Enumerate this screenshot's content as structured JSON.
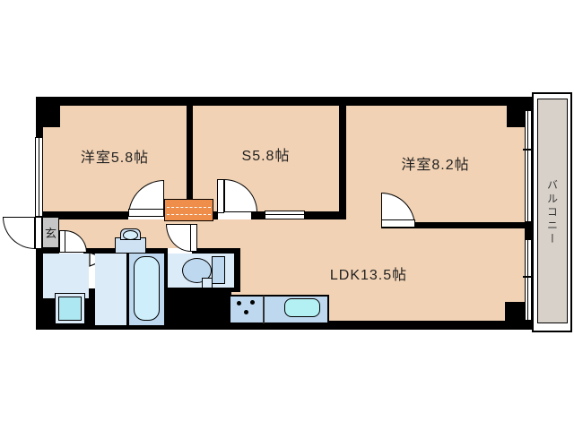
{
  "title": "apartment-floor-plan",
  "rooms": {
    "bedroom1": {
      "label": "洋室5.8帖"
    },
    "service": {
      "label": "S5.8帖"
    },
    "bedroom2": {
      "label": "洋室8.2帖"
    },
    "ldk": {
      "label": "LDK13.5帖"
    }
  },
  "entrance": {
    "label": "玄"
  },
  "balcony": {
    "label": "バルコニー"
  },
  "fixtures": {
    "bathtub": "bathtub",
    "washbasin": "washbasin",
    "toilet": "toilet",
    "washing_machine_pan": "washing-machine-pan",
    "kitchen_counter": "kitchen-counter",
    "kitchen_sink": "kitchen-sink",
    "stove_burners": "stove-burners",
    "storage_step": "storage-step"
  },
  "colors": {
    "floor": "#f2d2b4",
    "wet_floor": "#dcebf8",
    "fixture_blue": "#bdd8ef",
    "bathtub_fill": "#cdeefa",
    "cyan_fill": "#ade7f2",
    "sink_fill": "#b2f0f4",
    "accent_orange": "#ee8e4a",
    "balcony_fill": "#d8d1c9",
    "genkan_gray": "#c6c6c6",
    "wall": "#000000"
  }
}
